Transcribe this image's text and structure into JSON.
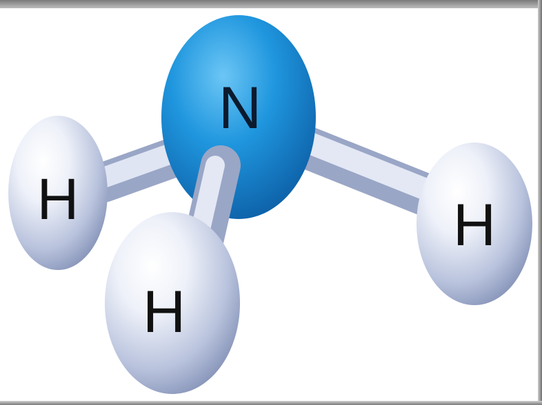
{
  "molecule": {
    "center_atom": {
      "symbol": "N",
      "color": "#1a8fd6"
    },
    "outer_atoms": [
      {
        "symbol": "H"
      },
      {
        "symbol": "H"
      },
      {
        "symbol": "H"
      }
    ],
    "bond_color": "#b8c4dd",
    "hydrogen_color": "#dde4f2"
  }
}
